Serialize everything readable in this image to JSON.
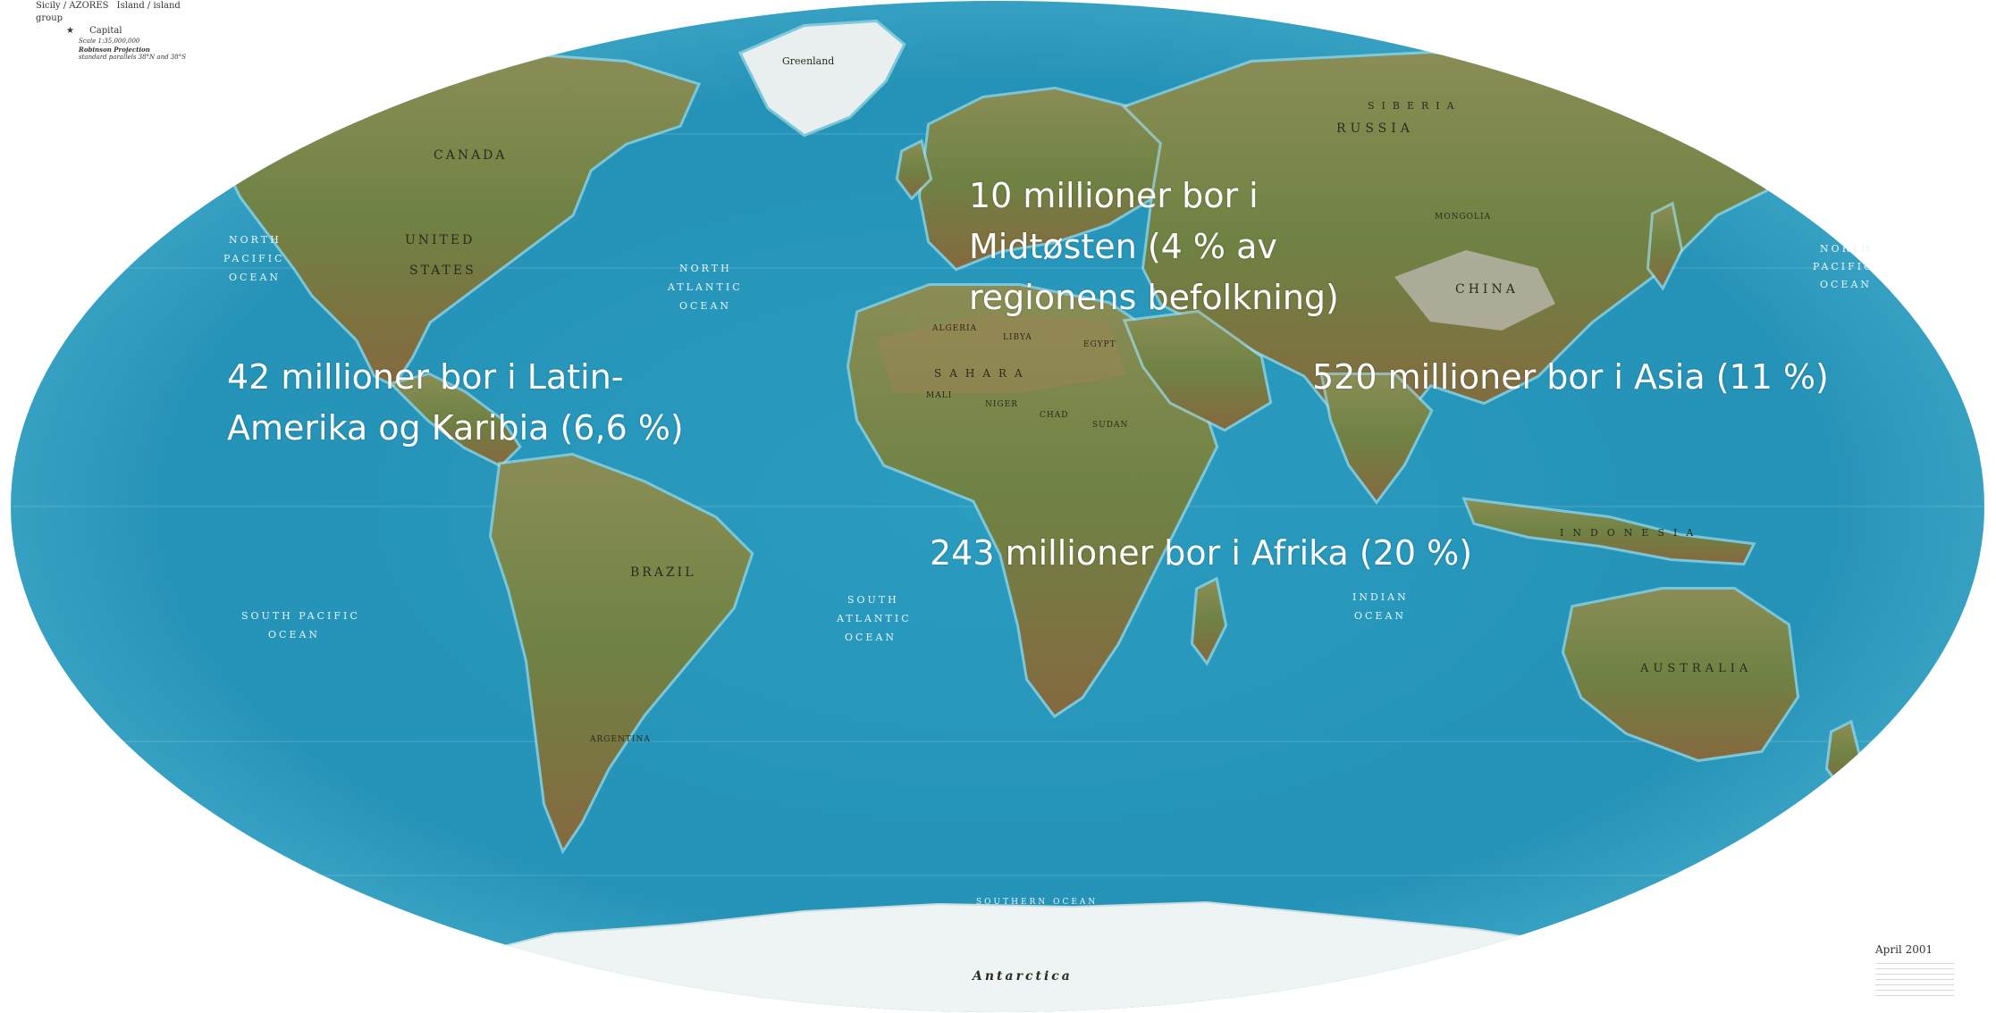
{
  "legend": {
    "island_key": "Sicily / AZORES",
    "island_label": "Island / island group",
    "capital_symbol": "★",
    "capital_label": "Capital",
    "scale": "Scale 1:35,000,000",
    "projection": "Robinson Projection",
    "parallels": "standard parallels 38°N and 38°S"
  },
  "date_stamp": "April 2001",
  "callouts": {
    "middle_east": [
      "10 millioner bor i",
      "Midtøsten (4 % av",
      "regionens befolkning)"
    ],
    "latin_america": [
      "42 millioner bor i Latin-",
      "Amerika og Karibia (6,6 %)"
    ],
    "asia": [
      "520 millioner bor i Asia (11 %)"
    ],
    "africa": [
      "243 millioner bor i Afrika (20 %)"
    ]
  },
  "map_labels": {
    "canada": "CANADA",
    "united": "UNITED",
    "states": "STATES",
    "greenland": "Greenland",
    "siberia": "SIBERIA",
    "russia": "RUSSIA",
    "china": "CHINA",
    "brazil": "BRAZIL",
    "australia": "AUSTRALIA",
    "antarctica": "Antarctica",
    "sahara": "SAHARA",
    "indonesia": "INDONESIA",
    "algeria": "ALGERIA",
    "libya": "LIBYA",
    "egypt": "EGYPT",
    "chad": "CHAD",
    "sudan": "SUDAN",
    "niger": "NIGER",
    "mali": "MALI",
    "argentina": "ARGENTINA",
    "mongolia": "MONGOLIA"
  },
  "ocean_labels": {
    "north_pacific_w": [
      "NORTH",
      "PACIFIC",
      "OCEAN"
    ],
    "north_pacific_e": [
      "NORTH",
      "PACIFIC",
      "OCEAN"
    ],
    "north_atlantic": [
      "NORTH",
      "ATLANTIC",
      "OCEAN"
    ],
    "south_pacific": [
      "SOUTH PACIFIC",
      "OCEAN"
    ],
    "south_atlantic": [
      "SOUTH",
      "ATLANTIC",
      "OCEAN"
    ],
    "indian": [
      "INDIAN",
      "OCEAN"
    ],
    "southern": "SOUTHERN OCEAN"
  },
  "colors": {
    "ocean_deep": "#1f8fb5",
    "ocean_light": "#6cc3da",
    "shelf": "#9fdbe6",
    "land": "#7d8a4a",
    "land_dark": "#8a6f44",
    "ice": "#eef3f3",
    "callout_text": "#ffffff"
  }
}
